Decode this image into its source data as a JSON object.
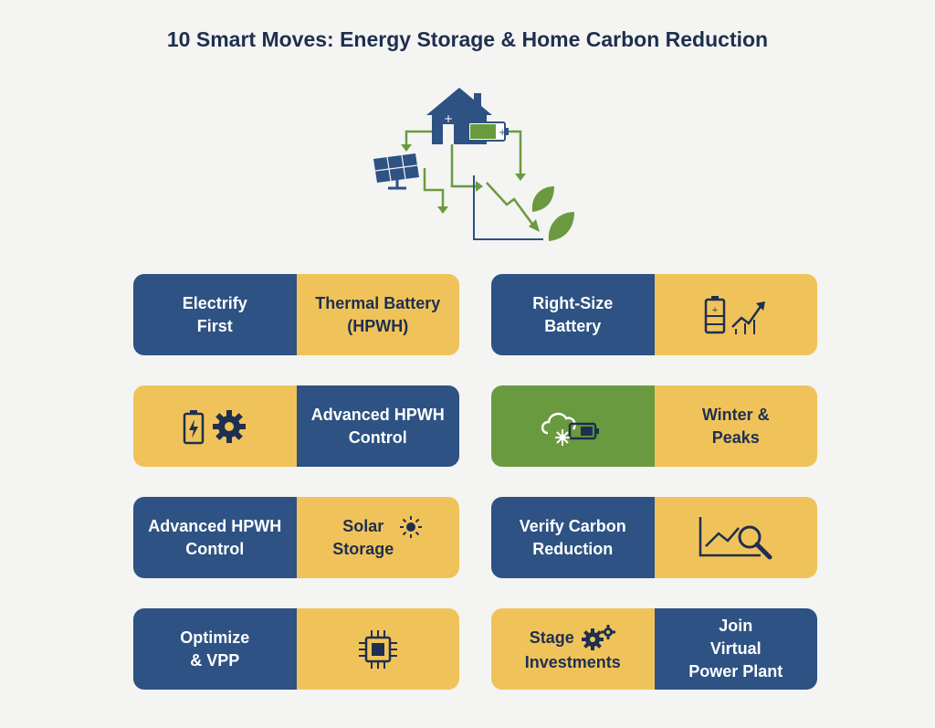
{
  "title": "10 Smart Moves: Energy Storage & Home Carbon Reduction",
  "colors": {
    "navy": "#2d5283",
    "gold": "#f0c35a",
    "green": "#6a9a3f",
    "text_dark": "#1e2f4f",
    "leaf": "#6a9a3f"
  },
  "hero_icons": [
    "house-icon",
    "battery-icon",
    "solar-panel-icon",
    "arrow-icon",
    "declining-chart-icon",
    "leaf-icon"
  ],
  "cards": {
    "electrify_first": "Electrify\nFirst",
    "thermal_battery": "Thermal Battery\n(HPWH)",
    "right_size_battery": "Right-Size\nBattery",
    "advanced_hpwh_control_1": "Advanced HPWH\nControl",
    "winter_peaks": "Winter &\nPeaks",
    "advanced_hpwh_control_2": "Advanced HPWH\nControl",
    "solar_storage": "Solar\nStorage",
    "verify_carbon_reduction": "Verify Carbon\nReduction",
    "optimize_vpp": "Optimize\n& VPP",
    "stage_investments_line1": "Stage",
    "stage_investments_line2": "Investments",
    "join_vpp": "Join\nVirtual\nPower Plant"
  }
}
